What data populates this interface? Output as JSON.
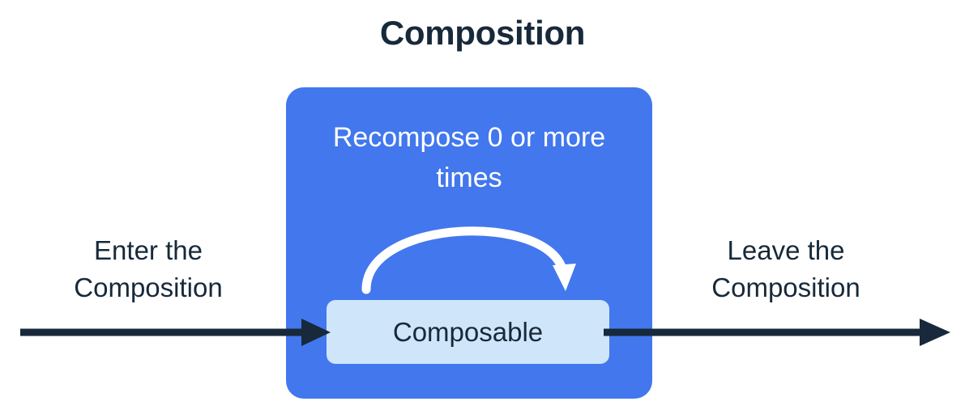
{
  "title": "Composition",
  "colors": {
    "background": "#ffffff",
    "navy": "#17293a",
    "composition_blue": "#4277ee",
    "composable_blue": "#cfe6fa",
    "arrow_white": "#ffffff"
  },
  "composition": {
    "recompose_label": "Recompose 0 or\nmore times",
    "recompose_arrow_name": "recompose-loop-arrow",
    "composable_label": "Composable"
  },
  "flow": {
    "enter_label": "Enter the\nComposition",
    "leave_label": "Leave the\nComposition",
    "enter_arrow_name": "enter-flow-arrow",
    "leave_arrow_name": "leave-flow-arrow"
  }
}
